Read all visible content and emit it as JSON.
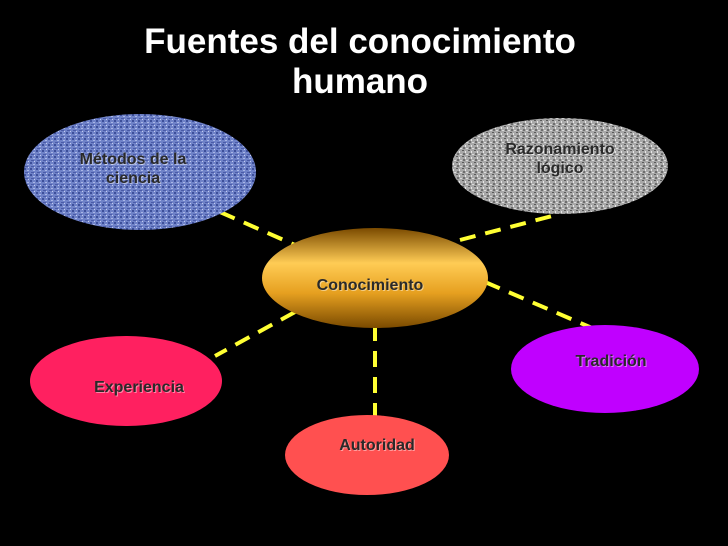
{
  "slide": {
    "title_line1": "Fuentes del conocimiento",
    "title_line2": "humano"
  },
  "nodes": {
    "center": {
      "label": "Conocimiento",
      "color": "#c98a14"
    },
    "metodos": {
      "label_line1": "Métodos de la",
      "label_line2": "ciencia",
      "color": "#5b6fb8"
    },
    "razonamiento": {
      "label_line1": "Razonamiento",
      "label_line2": "lógico",
      "color": "#9a9a9a"
    },
    "tradicion": {
      "label": "Tradición",
      "color": "#c000ff"
    },
    "experiencia": {
      "label": "Experiencia",
      "color": "#ff2060"
    },
    "autoridad": {
      "label": "Autoridad",
      "color": "#ff5050"
    }
  },
  "connector_color": "#ffff33"
}
